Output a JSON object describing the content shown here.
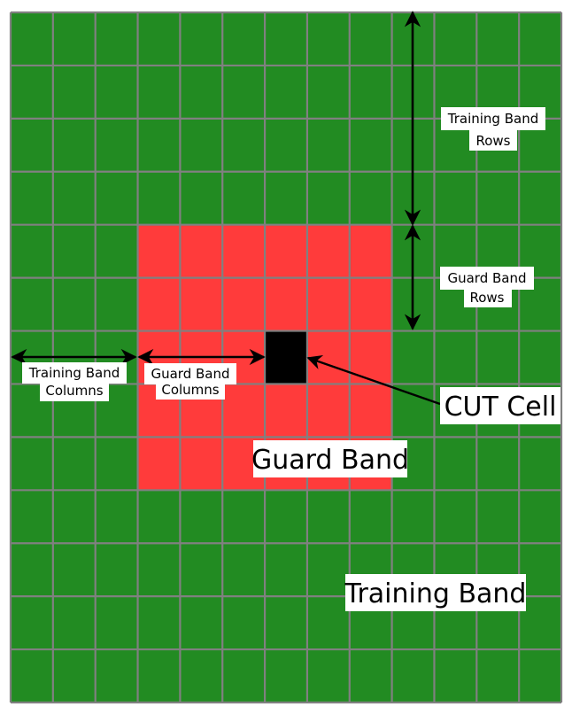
{
  "grid": {
    "columns": 13,
    "rows": 13,
    "training_color": "#228b22",
    "guard_color": "#ff3b3b",
    "cut_color": "#000000",
    "line_color": "#808080",
    "guard_band": {
      "col_start": 3,
      "col_end": 9,
      "row_start": 4,
      "row_end": 9
    },
    "cut_cell": {
      "col": 6,
      "row": 6
    }
  },
  "labels": {
    "training_band_rows": [
      "Training Band",
      "Rows"
    ],
    "guard_band_rows": [
      "Guard Band",
      "Rows"
    ],
    "training_band_columns": [
      "Training Band",
      "Columns"
    ],
    "guard_band_columns": [
      "Guard Band",
      "Columns"
    ],
    "cut_cell": "CUT Cell",
    "guard_band": "Guard Band",
    "training_band": "Training Band"
  }
}
